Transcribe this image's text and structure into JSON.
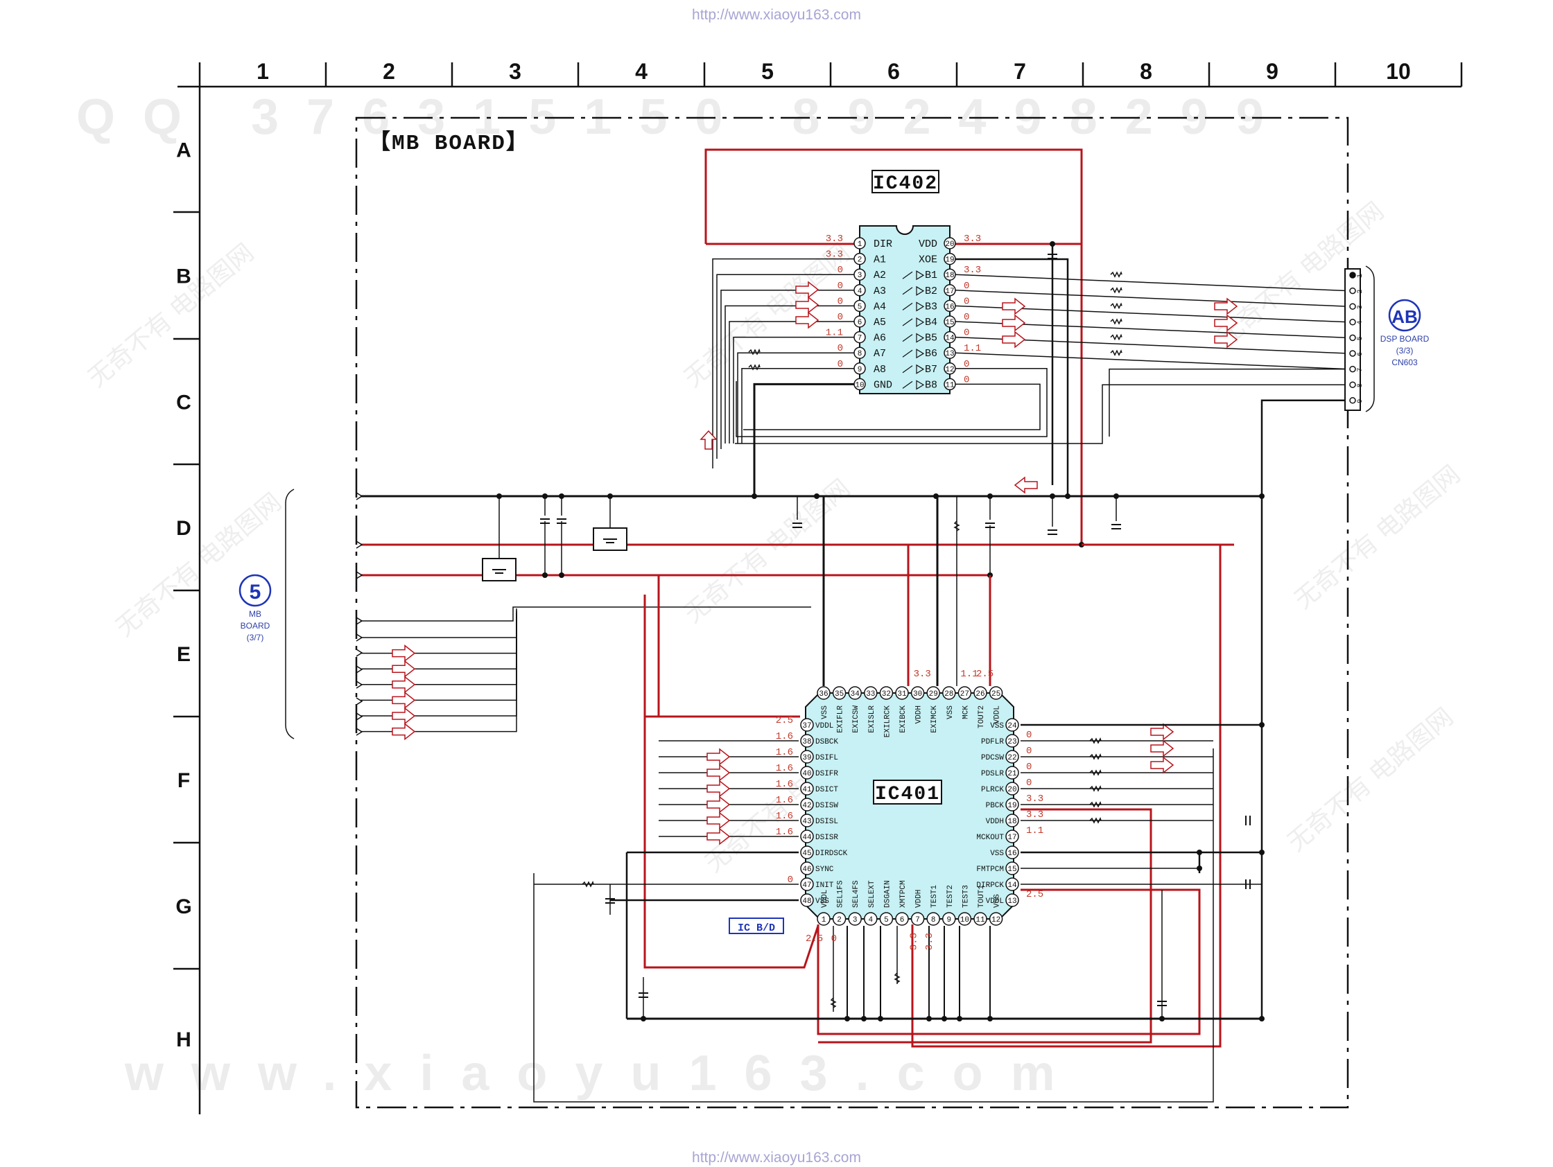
{
  "watermark": {
    "top_url": "http://www.xiaoyu163.com",
    "bottom_url": "http://www.xiaoyu163.com"
  },
  "grid": {
    "columns": [
      "1",
      "2",
      "3",
      "4",
      "5",
      "6",
      "7",
      "8",
      "9",
      "10"
    ],
    "rows": [
      "A",
      "B",
      "C",
      "D",
      "E",
      "F",
      "G",
      "H"
    ]
  },
  "board_title": "【MB BOARD】",
  "ic402": {
    "label": "IC402",
    "left_pins": [
      {
        "num": "1",
        "name": "DIR",
        "volt": "3.3"
      },
      {
        "num": "2",
        "name": "A1",
        "volt": "3.3"
      },
      {
        "num": "3",
        "name": "A2",
        "volt": "0"
      },
      {
        "num": "4",
        "name": "A3",
        "volt": "0"
      },
      {
        "num": "5",
        "name": "A4",
        "volt": "0"
      },
      {
        "num": "6",
        "name": "A5",
        "volt": "0"
      },
      {
        "num": "7",
        "name": "A6",
        "volt": "1.1"
      },
      {
        "num": "8",
        "name": "A7",
        "volt": "0"
      },
      {
        "num": "9",
        "name": "A8",
        "volt": "0"
      },
      {
        "num": "10",
        "name": "GND",
        "volt": ""
      }
    ],
    "right_pins": [
      {
        "num": "20",
        "name": "VDD",
        "volt": "3.3"
      },
      {
        "num": "19",
        "name": "XOE",
        "volt": ""
      },
      {
        "num": "18",
        "name": "B1",
        "volt": "3.3"
      },
      {
        "num": "17",
        "name": "B2",
        "volt": "0"
      },
      {
        "num": "16",
        "name": "B3",
        "volt": "0"
      },
      {
        "num": "15",
        "name": "B4",
        "volt": "0"
      },
      {
        "num": "14",
        "name": "B5",
        "volt": "0"
      },
      {
        "num": "13",
        "name": "B6",
        "volt": "1.1"
      },
      {
        "num": "12",
        "name": "B7",
        "volt": "0"
      },
      {
        "num": "11",
        "name": "B8",
        "volt": "0"
      }
    ]
  },
  "ic401": {
    "label": "IC401",
    "top_pins": [
      {
        "num": "36",
        "name": "VSS",
        "volt": ""
      },
      {
        "num": "35",
        "name": "EXIFLR",
        "volt": ""
      },
      {
        "num": "34",
        "name": "EXICSW",
        "volt": ""
      },
      {
        "num": "33",
        "name": "EXISLR",
        "volt": ""
      },
      {
        "num": "32",
        "name": "EXILRCK",
        "volt": ""
      },
      {
        "num": "31",
        "name": "EXIBCK",
        "volt": ""
      },
      {
        "num": "30",
        "name": "VDDH",
        "volt": "3.3"
      },
      {
        "num": "29",
        "name": "EXIMCK",
        "volt": ""
      },
      {
        "num": "28",
        "name": "VSS",
        "volt": ""
      },
      {
        "num": "27",
        "name": "MCK",
        "volt": "1.1"
      },
      {
        "num": "26",
        "name": "TOUT2",
        "volt": "2.5"
      },
      {
        "num": "25",
        "name": "VDDL",
        "volt": ""
      }
    ],
    "left_pins": [
      {
        "num": "37",
        "name": "VDDL",
        "volt": "2.5"
      },
      {
        "num": "38",
        "name": "DSBCK",
        "volt": "1.6"
      },
      {
        "num": "39",
        "name": "DSIFL",
        "volt": "1.6"
      },
      {
        "num": "40",
        "name": "DSIFR",
        "volt": "1.6"
      },
      {
        "num": "41",
        "name": "DSICT",
        "volt": "1.6"
      },
      {
        "num": "42",
        "name": "DSISW",
        "volt": "1.6"
      },
      {
        "num": "43",
        "name": "DSISL",
        "volt": "1.6"
      },
      {
        "num": "44",
        "name": "DSISR",
        "volt": "1.6"
      },
      {
        "num": "45",
        "name": "DIRDSCK",
        "volt": ""
      },
      {
        "num": "46",
        "name": "SYNC",
        "volt": ""
      },
      {
        "num": "47",
        "name": "INIT",
        "volt": "0"
      },
      {
        "num": "48",
        "name": "VSS",
        "volt": ""
      }
    ],
    "right_pins": [
      {
        "num": "24",
        "name": "VSS",
        "volt": ""
      },
      {
        "num": "23",
        "name": "PDFLR",
        "volt": "0"
      },
      {
        "num": "22",
        "name": "PDCSW",
        "volt": "0"
      },
      {
        "num": "21",
        "name": "PDSLR",
        "volt": "0"
      },
      {
        "num": "20",
        "name": "PLRCK",
        "volt": "0"
      },
      {
        "num": "19",
        "name": "PBCK",
        "volt": "3.3"
      },
      {
        "num": "18",
        "name": "VDDH",
        "volt": "3.3"
      },
      {
        "num": "17",
        "name": "MCKOUT",
        "volt": "1.1"
      },
      {
        "num": "16",
        "name": "VSS",
        "volt": ""
      },
      {
        "num": "15",
        "name": "FMTPCM",
        "volt": ""
      },
      {
        "num": "14",
        "name": "DIRPCK",
        "volt": ""
      },
      {
        "num": "13",
        "name": "VDDL",
        "volt": "2.5"
      }
    ],
    "bottom_pins": [
      {
        "num": "1",
        "name": "VDDL",
        "volt": "2.5"
      },
      {
        "num": "2",
        "name": "SEL1FS",
        "volt": "0"
      },
      {
        "num": "3",
        "name": "SEL4FS",
        "volt": ""
      },
      {
        "num": "4",
        "name": "SELEXT",
        "volt": ""
      },
      {
        "num": "5",
        "name": "DSGAIN",
        "volt": ""
      },
      {
        "num": "6",
        "name": "XMTPCM",
        "volt": ""
      },
      {
        "num": "7",
        "name": "VDDH",
        "volt": "3.3"
      },
      {
        "num": "8",
        "name": "TEST1",
        "volt": "3.3"
      },
      {
        "num": "9",
        "name": "TEST2",
        "volt": ""
      },
      {
        "num": "10",
        "name": "TEST3",
        "volt": ""
      },
      {
        "num": "11",
        "name": "TOUT1",
        "volt": ""
      },
      {
        "num": "12",
        "name": "VSS",
        "volt": ""
      }
    ]
  },
  "ic_bd_label": "IC B/D",
  "conn_ab": {
    "badge": "AB",
    "line1": "DSP BOARD",
    "line2": "(3/3)",
    "line3": "CN603",
    "pins": [
      "1",
      "2",
      "3",
      "4",
      "5",
      "6",
      "7",
      "8",
      "9"
    ]
  },
  "conn_5": {
    "badge": "5",
    "line1": "MB",
    "line2": "BOARD",
    "line3": "(3/7)"
  },
  "colors": {
    "ic_fill": "#c7f1f4",
    "red_trace": "#b8141b",
    "black_trace": "#111111",
    "blue_label": "#1e34b8",
    "watermark": "#a7a4d4"
  },
  "bg_watermarks": [
    "QQ 376315150  892498299",
    "www.xiaoyu163.com",
    "无奇不有 电路图网"
  ]
}
